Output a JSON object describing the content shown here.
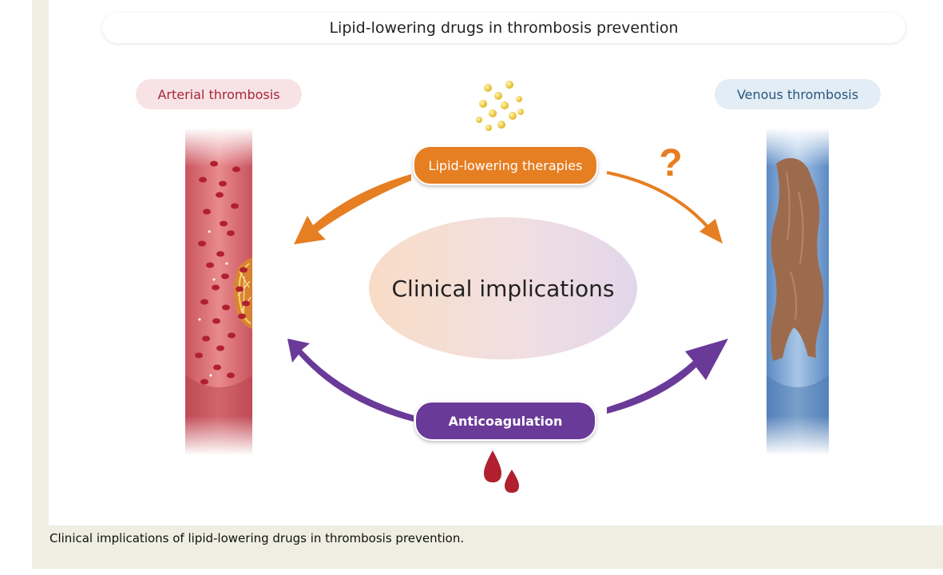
{
  "title": "Lipid-lowering drugs in thrombosis prevention",
  "labels": {
    "arterial": "Arterial thrombosis",
    "venous": "Venous thrombosis",
    "lipid_therapies": "Lipid-lowering therapies",
    "anticoagulation": "Anticoagulation",
    "center": "Clinical implications",
    "question_mark": "?"
  },
  "caption": "Clinical implications of lipid-lowering drugs in thrombosis prevention.",
  "colors": {
    "orange": "#e67e22",
    "purple": "#6a3a98",
    "arterial_red": "#a8263a",
    "venous_blue": "#28567e"
  },
  "icons": [
    "lipid-particles-icon",
    "blood-drops-icon",
    "artery-vessel-icon",
    "vein-vessel-icon"
  ]
}
